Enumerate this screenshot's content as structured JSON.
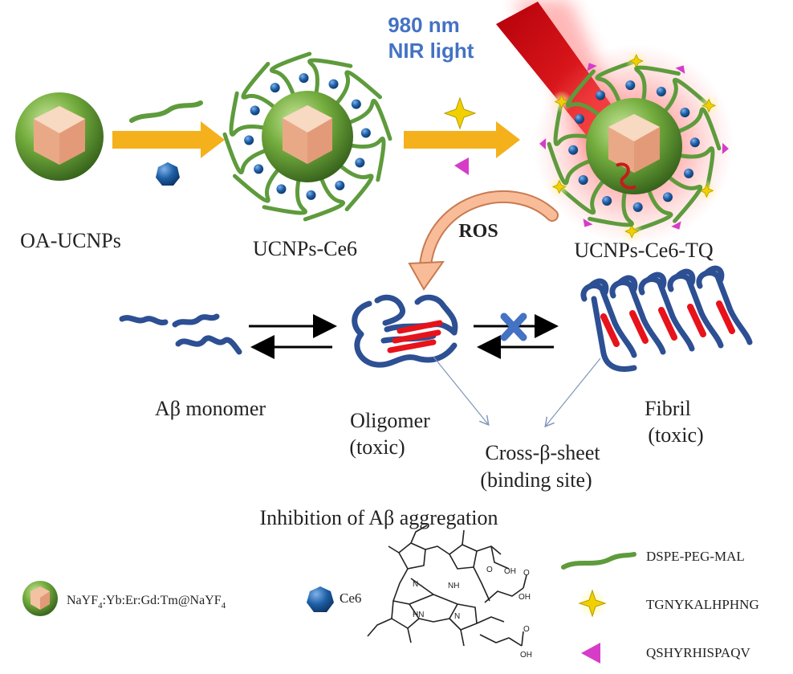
{
  "nir": {
    "line1": "980 nm",
    "line2": "NIR light"
  },
  "labels": {
    "oa_ucnps": "OA-UCNPs",
    "ucnps_ce6": "UCNPs-Ce6",
    "ucnps_ce6_tq": "UCNPs-Ce6-TQ",
    "ros": "ROS",
    "monomer": "Aβ monomer",
    "oligomer_1": "Oligomer",
    "oligomer_2": "(toxic)",
    "fibril_1": "Fibril",
    "fibril_2": "(toxic)",
    "cross_1": "Cross-β-sheet",
    "cross_2": "(binding site)",
    "inhibition": "Inhibition of Aβ aggregation"
  },
  "legend": {
    "nanoparticle": {
      "main": "NaYF",
      "sub1": "4",
      "mid": ":Yb:Er:Gd:Tm@NaYF",
      "sub2": "4"
    },
    "ce6": "Ce6",
    "dspe": "DSPE-PEG-MAL",
    "tgn": "TGNYKALHPHNG",
    "qsh": "QSHYRHISPAQV"
  },
  "chem": {
    "oh": "OH",
    "o": "O",
    "nh": "NH",
    "n": "N",
    "hn": "HN"
  },
  "colors": {
    "shell_green": "#6aa43a",
    "core_peach": "#e7a98a",
    "arrow_yellow": "#f4b11c",
    "ce6_blue": "#1e5fa6",
    "peg_green": "#5e9b3c",
    "star_yellow": "#f2d000",
    "triangle_magenta": "#d63cc8",
    "nir_text": "#4472c4",
    "ros_orange": "#f4a77a",
    "peptide_blue": "#2d4f93",
    "beta_red": "#e8121b",
    "cross_blue": "#4472c4"
  }
}
